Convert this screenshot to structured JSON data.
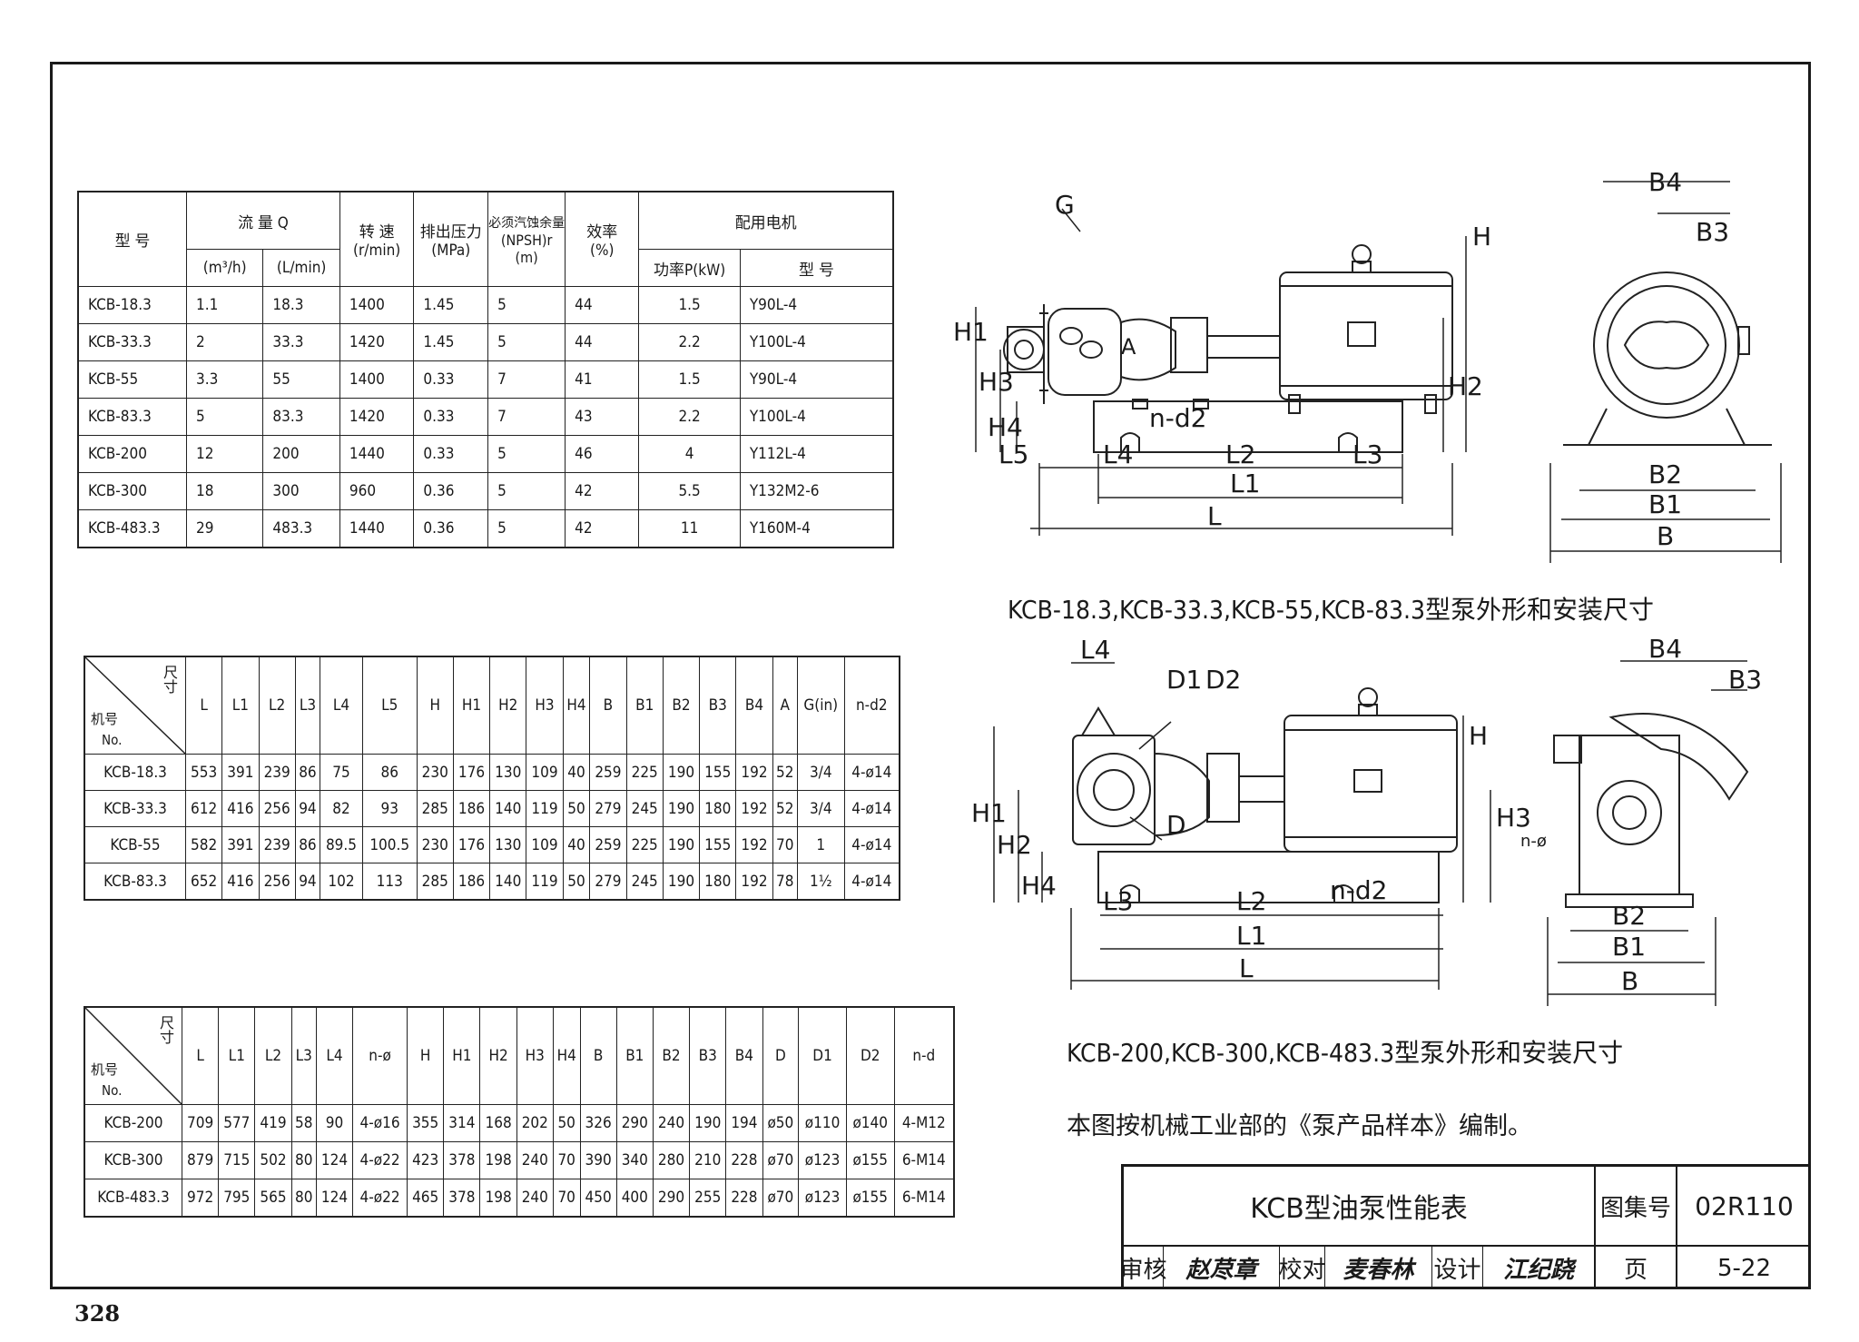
{
  "perf_table": {
    "header": {
      "model": "型 号",
      "flow": "流 量 Q",
      "flow_m3h": "(m³/h)",
      "flow_lmin": "(L/min)",
      "speed": "转 速",
      "speed_unit": "(r/min)",
      "pressure": "排出压力",
      "pressure_unit": "(MPa)",
      "npsh": "必须汽蚀余量",
      "npsh_unit": "(NPSH)r",
      "npsh_unit2": "(m)",
      "eff": "效率",
      "eff_unit": "(%)",
      "motor": "配用电机",
      "motor_power": "功率P(kW)",
      "motor_model": "型 号"
    },
    "rows": [
      [
        "KCB-18.3",
        "1.1",
        "18.3",
        "1400",
        "1.45",
        "5",
        "44",
        "1.5",
        "Y90L-4"
      ],
      [
        "KCB-33.3",
        "2",
        "33.3",
        "1420",
        "1.45",
        "5",
        "44",
        "2.2",
        "Y100L-4"
      ],
      [
        "KCB-55",
        "3.3",
        "55",
        "1400",
        "0.33",
        "7",
        "41",
        "1.5",
        "Y90L-4"
      ],
      [
        "KCB-83.3",
        "5",
        "83.3",
        "1420",
        "0.33",
        "7",
        "43",
        "2.2",
        "Y100L-4"
      ],
      [
        "KCB-200",
        "12",
        "200",
        "1440",
        "0.33",
        "5",
        "46",
        "4",
        "Y112L-4"
      ],
      [
        "KCB-300",
        "18",
        "300",
        "960",
        "0.36",
        "5",
        "42",
        "5.5",
        "Y132M2-6"
      ],
      [
        "KCB-483.3",
        "29",
        "483.3",
        "1440",
        "0.36",
        "5",
        "42",
        "11",
        "Y160M-4"
      ]
    ]
  },
  "dim_table_1": {
    "corner_top": "尺寸",
    "corner_bottom1": "机号",
    "corner_bottom2": "No.",
    "columns": [
      "L",
      "L1",
      "L2",
      "L3",
      "L4",
      "L5",
      "H",
      "H1",
      "H2",
      "H3",
      "H4",
      "B",
      "B1",
      "B2",
      "B3",
      "B4",
      "A",
      "G(in)",
      "n-d2"
    ],
    "rows": [
      [
        "KCB-18.3",
        "553",
        "391",
        "239",
        "86",
        "75",
        "86",
        "230",
        "176",
        "130",
        "109",
        "40",
        "259",
        "225",
        "190",
        "155",
        "192",
        "52",
        "3/4",
        "4-ø14"
      ],
      [
        "KCB-33.3",
        "612",
        "416",
        "256",
        "94",
        "82",
        "93",
        "285",
        "186",
        "140",
        "119",
        "50",
        "279",
        "245",
        "190",
        "180",
        "192",
        "52",
        "3/4",
        "4-ø14"
      ],
      [
        "KCB-55",
        "582",
        "391",
        "239",
        "86",
        "89.5",
        "100.5",
        "230",
        "176",
        "130",
        "109",
        "40",
        "259",
        "225",
        "190",
        "155",
        "192",
        "70",
        "1",
        "4-ø14"
      ],
      [
        "KCB-83.3",
        "652",
        "416",
        "256",
        "94",
        "102",
        "113",
        "285",
        "186",
        "140",
        "119",
        "50",
        "279",
        "245",
        "190",
        "180",
        "192",
        "78",
        "1½",
        "4-ø14"
      ]
    ]
  },
  "dim_table_2": {
    "corner_top": "尺寸",
    "corner_bottom1": "机号",
    "corner_bottom2": "No.",
    "columns": [
      "L",
      "L1",
      "L2",
      "L3",
      "L4",
      "n-ø",
      "H",
      "H1",
      "H2",
      "H3",
      "H4",
      "B",
      "B1",
      "B2",
      "B3",
      "B4",
      "D",
      "D1",
      "D2",
      "n-d"
    ],
    "rows": [
      [
        "KCB-200",
        "709",
        "577",
        "419",
        "58",
        "90",
        "4-ø16",
        "355",
        "314",
        "168",
        "202",
        "50",
        "326",
        "290",
        "240",
        "190",
        "194",
        "ø50",
        "ø110",
        "ø140",
        "4-M12"
      ],
      [
        "KCB-300",
        "879",
        "715",
        "502",
        "80",
        "124",
        "4-ø22",
        "423",
        "378",
        "198",
        "240",
        "70",
        "390",
        "340",
        "280",
        "210",
        "228",
        "ø70",
        "ø123",
        "ø155",
        "6-M14"
      ],
      [
        "KCB-483.3",
        "972",
        "795",
        "565",
        "80",
        "124",
        "4-ø22",
        "465",
        "378",
        "198",
        "240",
        "70",
        "450",
        "400",
        "290",
        "255",
        "228",
        "ø70",
        "ø123",
        "ø155",
        "6-M14"
      ]
    ]
  },
  "drawing_1": {
    "labels": {
      "G": "G",
      "A": "A",
      "H": "H",
      "H1": "H1",
      "H2": "H2",
      "H3": "H3",
      "H4": "H4",
      "nd2": "n-d2",
      "L": "L",
      "L1": "L1",
      "L2": "L2",
      "L3": "L3",
      "L4": "L4",
      "L5": "L5",
      "B": "B",
      "B1": "B1",
      "B2": "B2",
      "B3": "B3",
      "B4": "B4"
    },
    "caption": "KCB-18.3,KCB-33.3,KCB-55,KCB-83.3型泵外形和安装尺寸"
  },
  "drawing_2": {
    "labels": {
      "L4": "L4",
      "D1": "D1",
      "D2": "D2",
      "D": "D",
      "H": "H",
      "H1": "H1",
      "H2": "H2",
      "H3": "H3",
      "H4": "H4",
      "nd2": "n-d2",
      "L": "L",
      "L1": "L1",
      "L2": "L2",
      "L3": "L3",
      "B": "B",
      "B1": "B1",
      "B2": "B2",
      "B3": "B3",
      "B4": "B4",
      "nphi": "n-ø"
    },
    "caption": "KCB-200,KCB-300,KCB-483.3型泵外形和安装尺寸"
  },
  "note": "本图按机械工业部的《泵产品样本》编制。",
  "title_block": {
    "title": "KCB型油泵性能表",
    "atlas_label": "图集号",
    "atlas_no": "02R110",
    "review_label": "审核",
    "review_sig": "赵荩章",
    "check_label": "校对",
    "check_sig": "麦春林",
    "design_label": "设计",
    "design_sig": "江纪跷",
    "page_label": "页",
    "page_no": "5-22"
  },
  "page_number": "328"
}
